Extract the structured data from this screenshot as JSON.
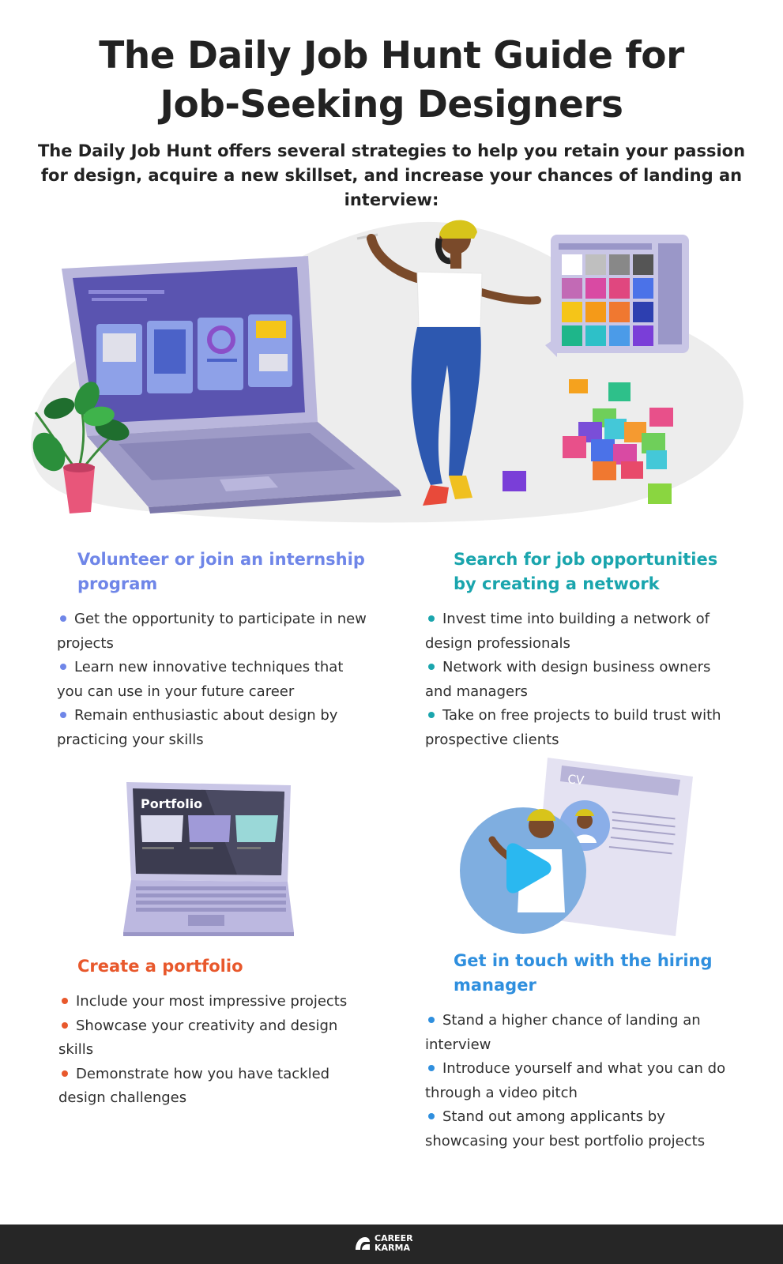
{
  "header": {
    "title_line1": "The Daily Job Hunt Guide for",
    "title_line2": "Job-Seeking Designers",
    "subtitle": "The Daily Job Hunt offers several strategies to help you retain your passion for design, acquire a new skillset, and increase your chances of landing an interview:"
  },
  "sections": [
    {
      "title": "Volunteer or join an internship program",
      "accent": "#6f86e8",
      "bullets": [
        "Get the opportunity to participate in new projects",
        "Learn new innovative techniques that you can use in your future career",
        "Remain enthusiastic about design by practicing your skills"
      ]
    },
    {
      "title": "Search for job opportunities by creating a network",
      "accent": "#1aa5ad",
      "bullets": [
        "Invest time into building a network of design professionals",
        "Network with design business owners and managers",
        "Take on free projects to build trust with prospective clients"
      ]
    },
    {
      "title": "Create a portfolio",
      "accent": "#e8582c",
      "bullets": [
        "Include your most impressive projects",
        "Showcase your creativity and design skills",
        "Demonstrate how you have tackled design challenges"
      ]
    },
    {
      "title": "Get in touch with the hiring manager",
      "accent": "#2f8fde",
      "bullets": [
        "Stand a higher chance of landing an interview",
        "Introduce yourself and what you can do through a video pitch",
        "Stand out among applicants by showcasing your best portfolio projects"
      ]
    }
  ],
  "illustrations": {
    "portfolio_label": "Portfolio",
    "cv_label": "CV"
  },
  "footer": {
    "logo_line1": "CAREER",
    "logo_line2": "KARMA"
  },
  "icons": [
    "laptop-icon",
    "plant-icon",
    "designer-figure",
    "color-palette-icon",
    "cubes-icon",
    "play-icon",
    "cv-document-icon",
    "career-karma-logo-icon"
  ]
}
